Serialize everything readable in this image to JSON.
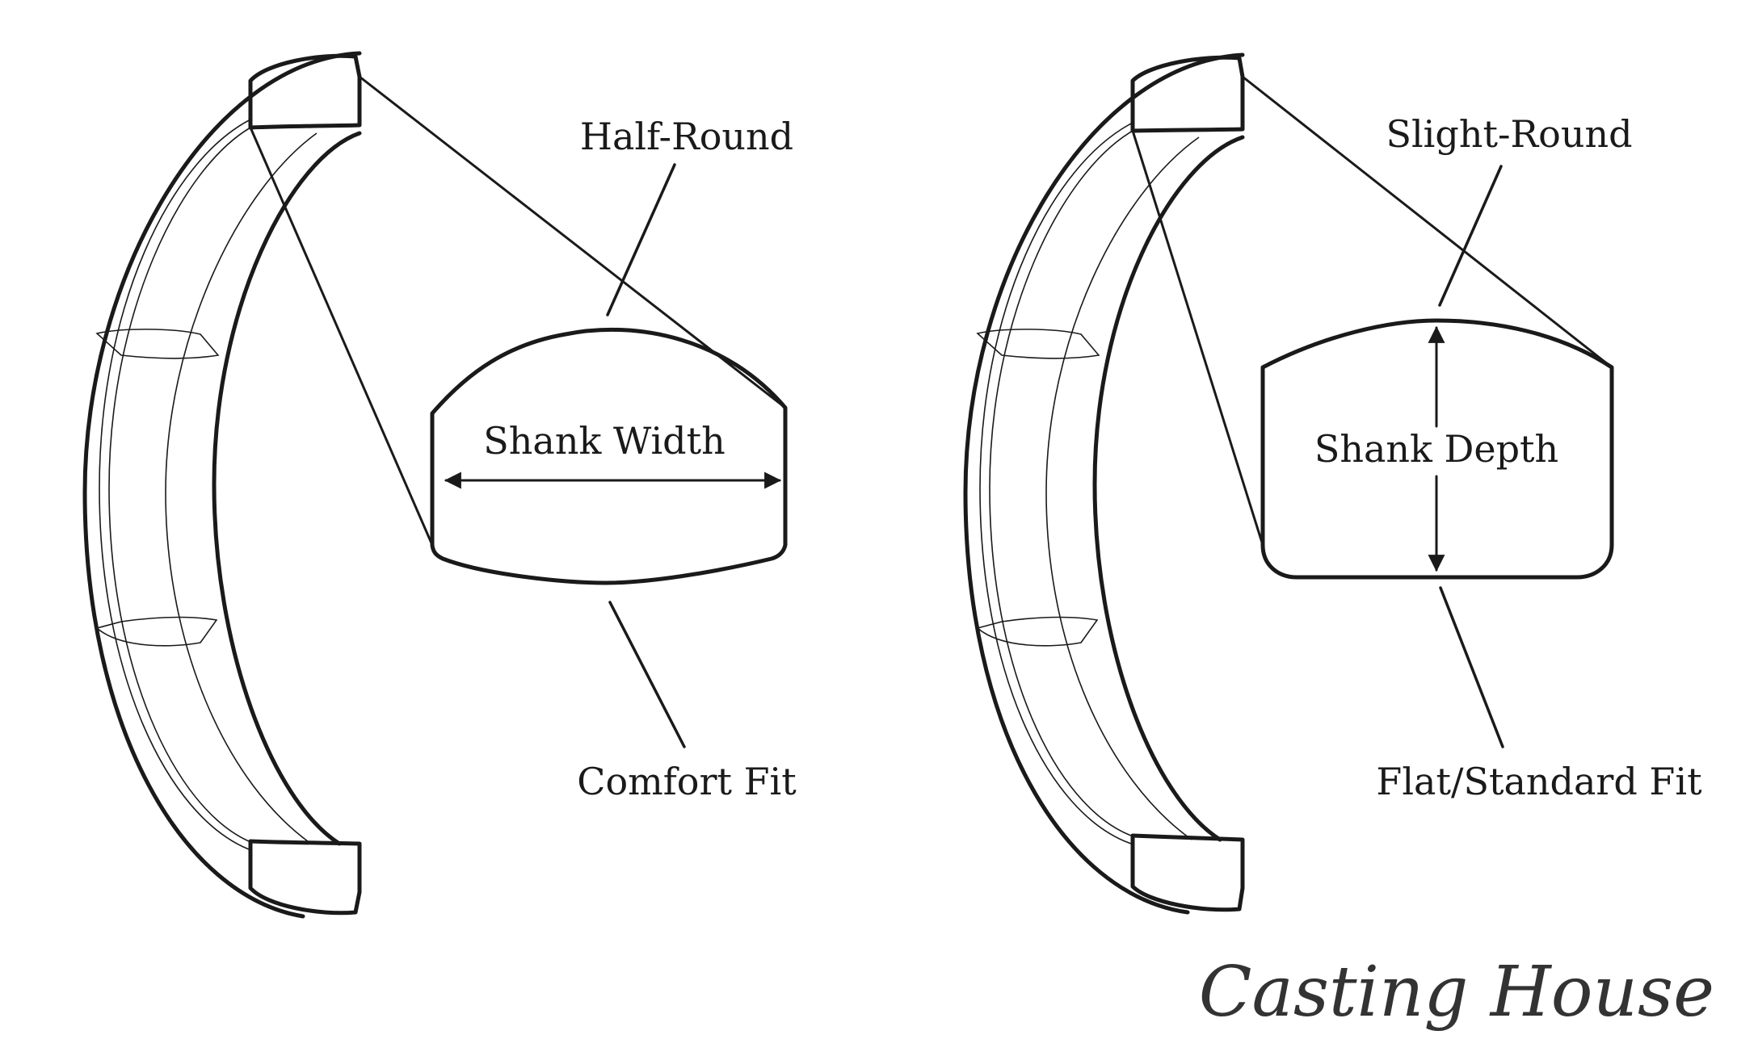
{
  "left_diagram": {
    "top_profile_label": "Half-Round",
    "measure_label": "Shank Width",
    "inner_fit_label": "Comfort Fit"
  },
  "right_diagram": {
    "top_profile_label": "Slight-Round",
    "measure_label": "Shank Depth",
    "inner_fit_label": "Flat/Standard Fit"
  },
  "brand": {
    "logo_text": "Casting House"
  },
  "colors": {
    "line": "#1a1a1a",
    "background": "#ffffff"
  }
}
